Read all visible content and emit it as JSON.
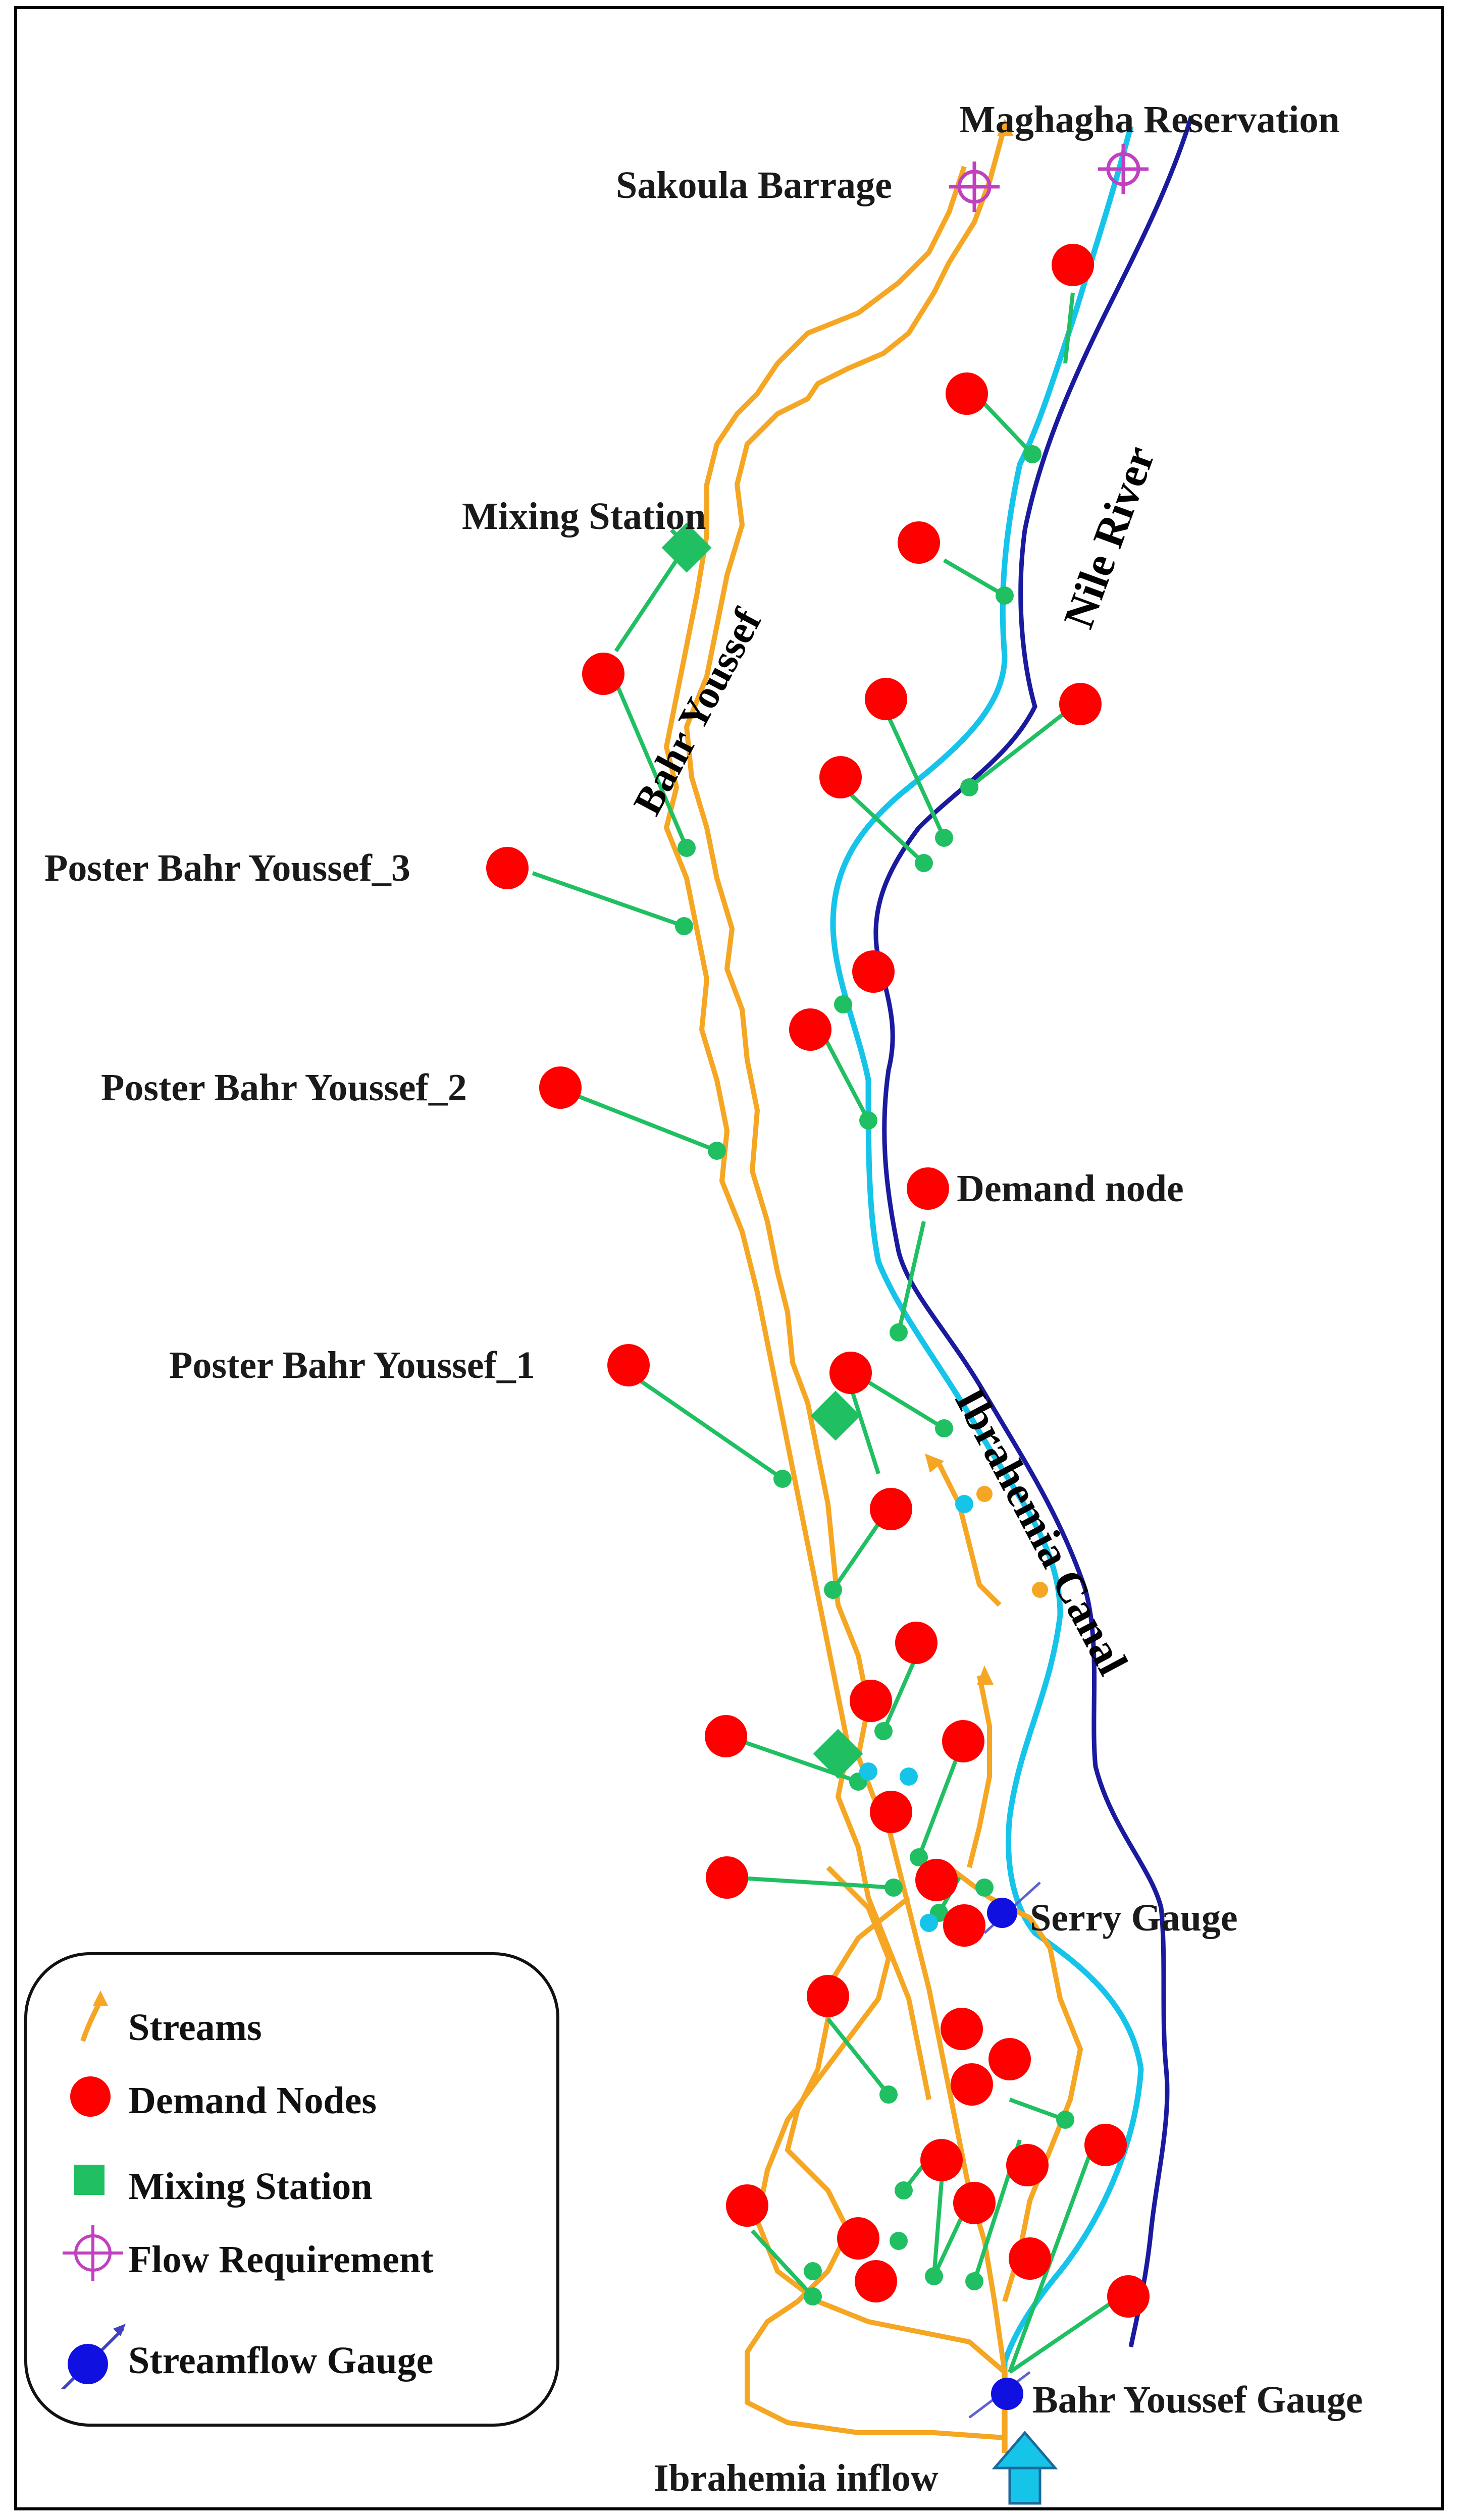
{
  "labels": {
    "maghagha": "Maghagha Reservation",
    "sakoula": "Sakoula Barrage",
    "mixing_station": "Mixing Station",
    "nile_river": "Nile River",
    "bahr_youssef": "Bahr Youssef",
    "poster_3": "Poster Bahr Youssef_3",
    "poster_2": "Poster Bahr Youssef_2",
    "poster_1": "Poster Bahr Youssef_1",
    "demand_node": "Demand node",
    "ibrahemia_canal": "Ibrahemia Canal",
    "serry_gauge": "Serry Gauge",
    "bahr_youssef_gauge": "Bahr Youssef Gauge",
    "ibrahemia_inflow": "Ibrahemia inflow"
  },
  "legend": {
    "items": [
      {
        "label": "Streams",
        "icon": "stream-arrow-icon"
      },
      {
        "label": "Demand Nodes",
        "icon": "red-circle-icon"
      },
      {
        "label": "Mixing Station",
        "icon": "green-square-icon"
      },
      {
        "label": "Flow Requirement",
        "icon": "crosshair-icon"
      },
      {
        "label": "Streamflow Gauge",
        "icon": "blue-gauge-icon"
      }
    ]
  },
  "colors": {
    "stream": "#f5a623",
    "demand": "#ff0000",
    "mixing": "#1fbf62",
    "transmission": "#1fbf62",
    "nile": "#1a1a9e",
    "canal": "#16c4ea",
    "flow_requirement": "#c040c0",
    "gauge": "#1010e0"
  }
}
